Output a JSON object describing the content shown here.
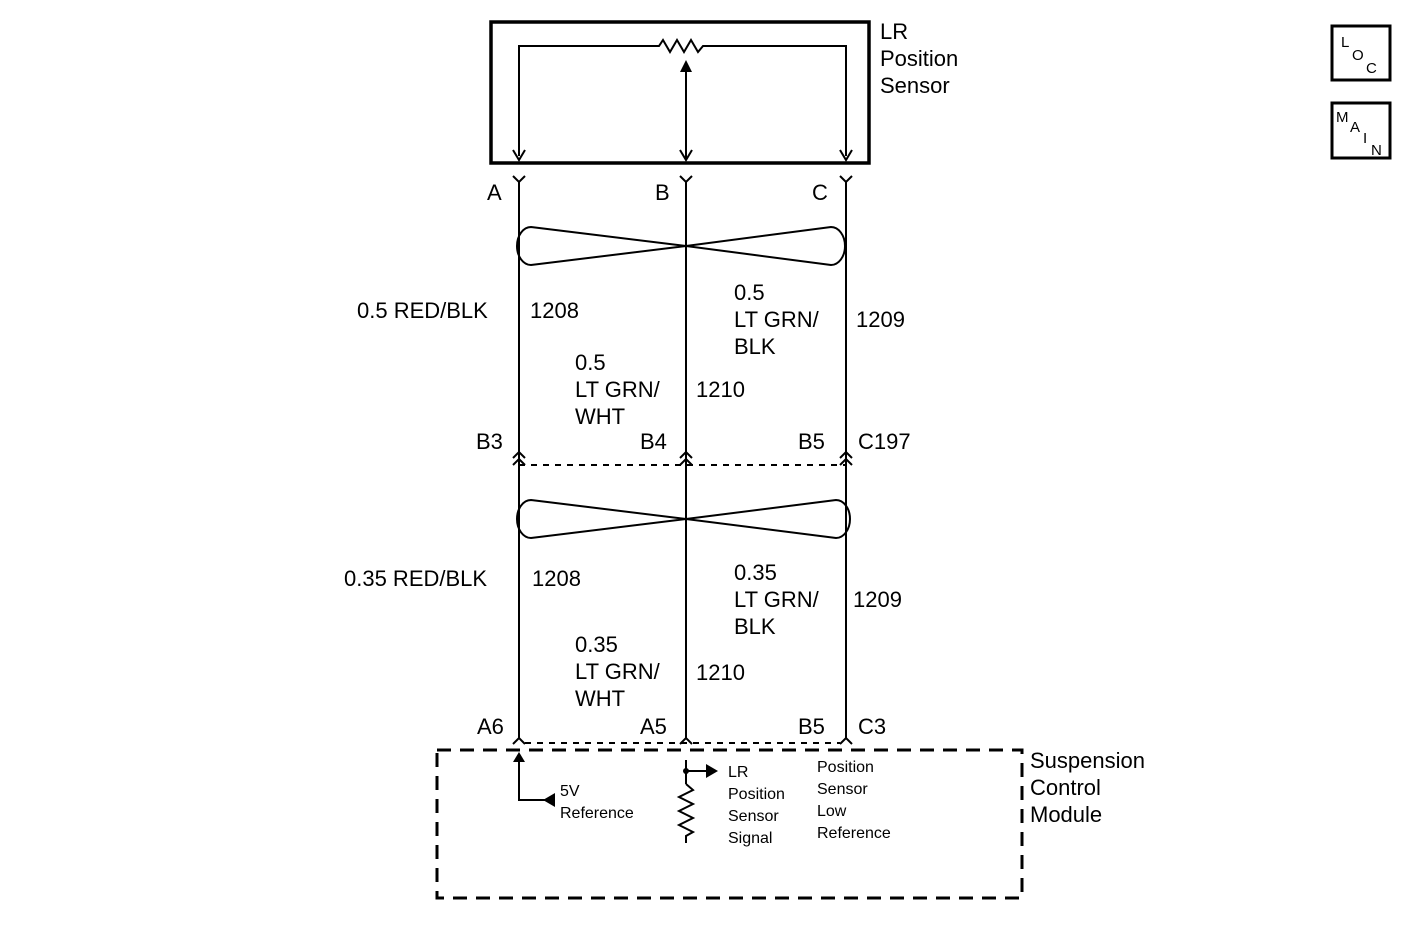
{
  "sensor": {
    "name_line1": "LR",
    "name_line2": "Position",
    "name_line3": "Sensor",
    "pin_a": "A",
    "pin_b": "B",
    "pin_c": "C"
  },
  "wires_upper": {
    "a_size_color": "0.5 RED/BLK",
    "a_circuit": "1208",
    "b_size": "0.5",
    "b_color_line1": "LT GRN/",
    "b_color_line2": "WHT",
    "b_circuit": "1210",
    "c_size": "0.5",
    "c_color_line1": "LT GRN/",
    "c_color_line2": "BLK",
    "c_circuit": "1209"
  },
  "connector": {
    "pin_left": "B3",
    "pin_mid": "B4",
    "pin_right": "B5",
    "name": "C197"
  },
  "wires_lower": {
    "a_size_color": "0.35 RED/BLK",
    "a_circuit": "1208",
    "b_size": "0.35",
    "b_color_line1": "LT GRN/",
    "b_color_line2": "WHT",
    "b_circuit": "1210",
    "c_size": "0.35",
    "c_color_line1": "LT GRN/",
    "c_color_line2": "BLK",
    "c_circuit": "1209"
  },
  "module": {
    "pin_left": "A6",
    "pin_mid": "A5",
    "pin_right": "B5",
    "connector": "C3",
    "name_line1": "Suspension",
    "name_line2": "Control",
    "name_line3": "Module",
    "ref_line1": "5V",
    "ref_line2": "Reference",
    "signal_line1": "LR",
    "signal_line2": "Position",
    "signal_line3": "Sensor",
    "signal_line4": "Signal",
    "low_line1": "Position",
    "low_line2": "Sensor",
    "low_line3": "Low",
    "low_line4": "Reference"
  },
  "nav": {
    "loc_l": "L",
    "loc_o": "O",
    "loc_c": "C",
    "main_m": "M",
    "main_a": "A",
    "main_i": "I",
    "main_n": "N"
  }
}
